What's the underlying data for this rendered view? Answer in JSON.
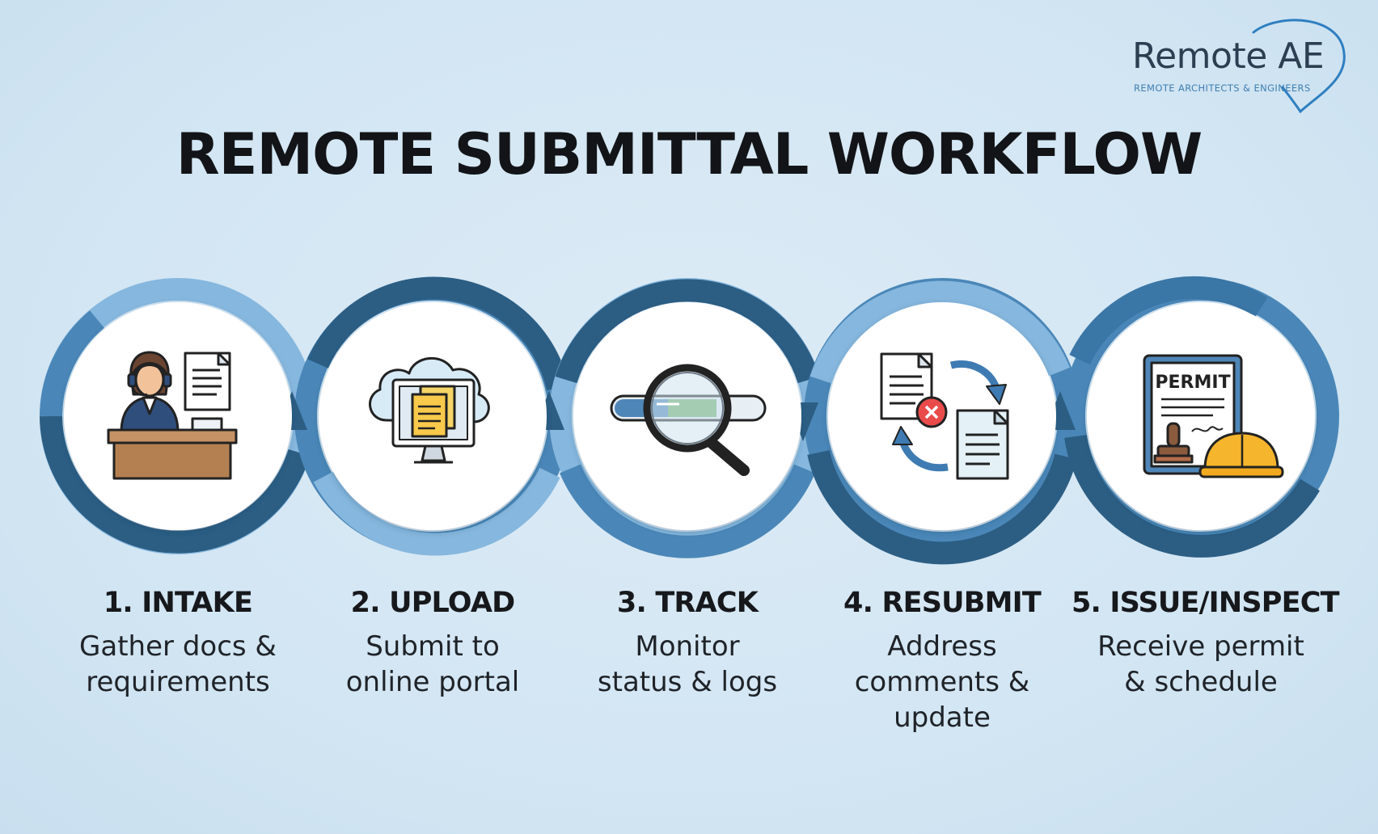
{
  "logo": {
    "wordmark": "Remote AE",
    "tagline": "REMOTE ARCHITECTS & ENGINEERS",
    "pin_color": "#2f7fc0"
  },
  "title": "REMOTE SUBMITTAL WORKFLOW",
  "colors": {
    "ring_dark": "#2c5e84",
    "ring_mid": "#4a87b8",
    "ring_light": "#86b7de",
    "background": "#d6e8f4"
  },
  "steps": [
    {
      "title": "1. INTAKE",
      "desc": [
        "Gather docs &",
        "requirements"
      ],
      "icon": "receptionist-desk-icon"
    },
    {
      "title": "2. UPLOAD",
      "desc": [
        "Submit to",
        "online portal"
      ],
      "icon": "cloud-upload-monitor-icon"
    },
    {
      "title": "3. TRACK",
      "desc": [
        "Monitor",
        "status & logs"
      ],
      "icon": "magnifier-progress-icon"
    },
    {
      "title": "4. RESUBMIT",
      "desc": [
        "Address",
        "comments &",
        "update"
      ],
      "icon": "document-revision-icon"
    },
    {
      "title": "5. ISSUE/INSPECT",
      "desc": [
        "Receive permit",
        "& schedule"
      ],
      "icon": "permit-hardhat-icon"
    }
  ],
  "permit_label": "PERMIT"
}
